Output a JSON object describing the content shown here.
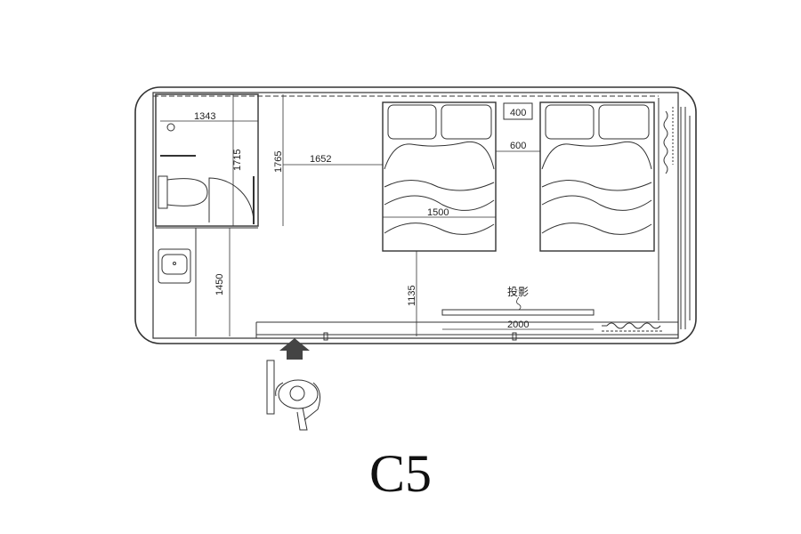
{
  "plan": {
    "title": "C5",
    "labels": {
      "projection": "投影"
    },
    "dimensions": {
      "bath_width": "1343",
      "bath_depth": "1715",
      "corridor_depth": "1765",
      "corridor_to_bed": "1652",
      "bed_width": "1500",
      "bed_gap": "600",
      "nightstand": "400",
      "sink_zone": "1450",
      "bed_to_wall": "1135",
      "screen_width": "2000"
    },
    "colors": {
      "line": "#333333",
      "background": "#ffffff"
    }
  }
}
